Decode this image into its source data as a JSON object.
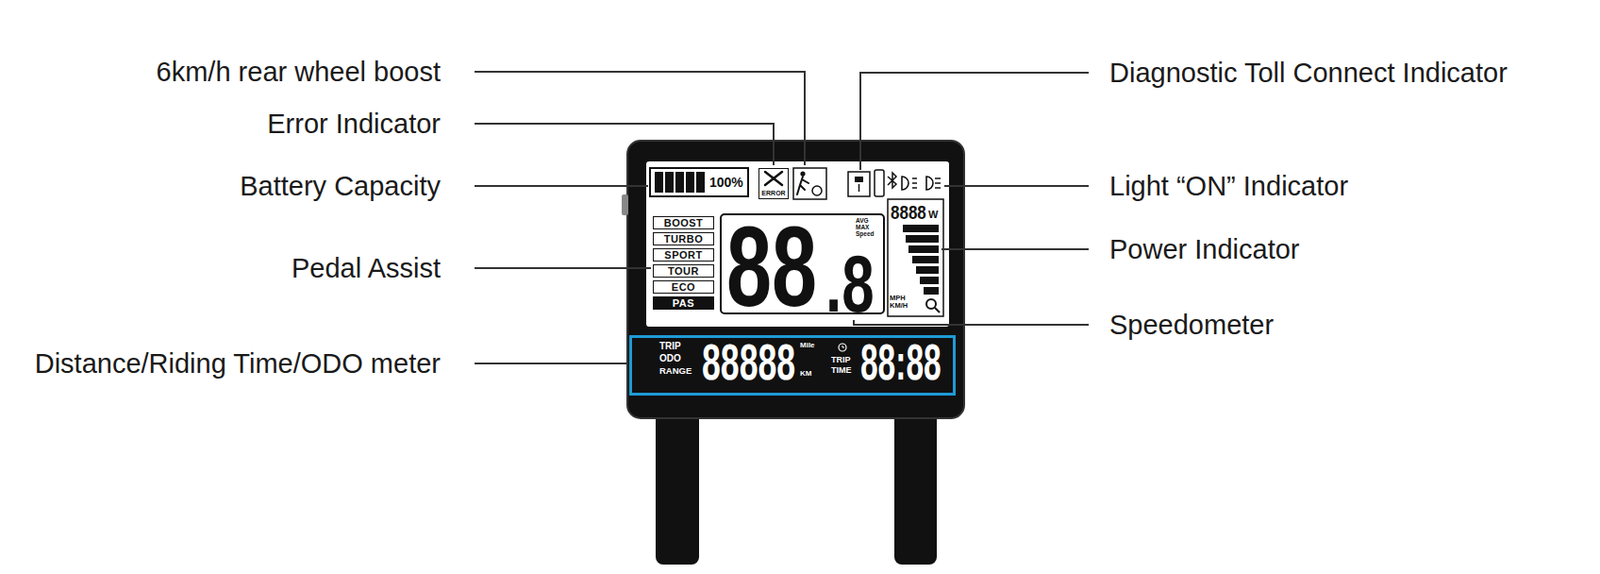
{
  "diagram": {
    "nodes": [
      {
        "text": [
          "BOOST"
        ]
      },
      {
        "text": [
          "TURBO"
        ]
      },
      {
        "text": [
          "SPORT"
        ]
      },
      {
        "text": [
          "TOUR"
        ]
      },
      {
        "text": [
          "ECO"
        ]
      },
      {
        "text": [
          "PAS"
        ]
      },
      {
        "text": [
          "ERROR"
        ]
      },
      {
        "text": [
          "TRIP",
          "ODO",
          "RANGE",
          "88888",
          "Mile",
          "KM",
          "TRIP",
          "TIME",
          "88:88"
        ]
      }
    ],
    "labels": [
      "6km/h rear wheel boost",
      "Error Indicator",
      "Battery Capacity",
      "Pedal Assist",
      "Distance/Riding Time/ODO meter",
      "Diagnostic Toll Connect Indicator",
      "Light “ON” Indicator",
      "Power Indicator",
      "Speedometer",
      "100%",
      "AVG",
      "MAX",
      "Speed",
      "88",
      ".8",
      "MPH",
      "KM/H",
      "8888",
      "W"
    ]
  }
}
